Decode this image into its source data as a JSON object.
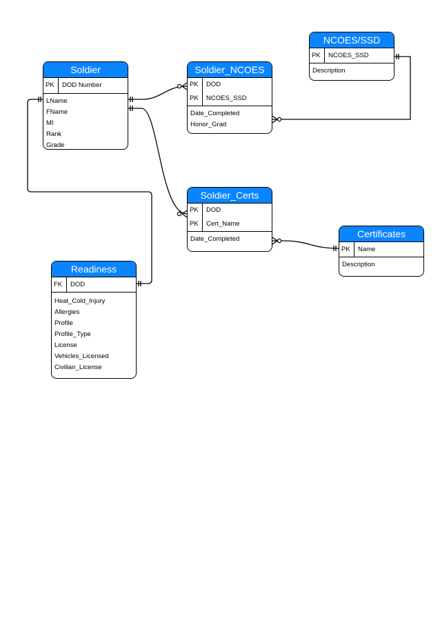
{
  "entities": {
    "soldier": {
      "title": "Soldier",
      "keys": [
        {
          "tag": "PK",
          "name": "DOD Number"
        }
      ],
      "attributes": [
        "LName",
        "FName",
        "MI",
        "Rank",
        "Grade"
      ]
    },
    "soldier_ncoes": {
      "title": "Soldier_NCOES",
      "keys": [
        {
          "tag": "PK",
          "name": "DOD"
        },
        {
          "tag": "PK",
          "name": "NCOES_SSD"
        }
      ],
      "attributes": [
        "Date_Completed",
        "Honor_Grad"
      ]
    },
    "ncoes_ssd": {
      "title": "NCOES/SSD",
      "keys": [
        {
          "tag": "PK",
          "name": "NCOES_SSD"
        }
      ],
      "attributes": [
        "Description"
      ]
    },
    "soldier_certs": {
      "title": "Soldier_Certs",
      "keys": [
        {
          "tag": "PK",
          "name": "DOD"
        },
        {
          "tag": "PK",
          "name": "Cert_Name"
        }
      ],
      "attributes": [
        "Date_Completed"
      ]
    },
    "certificates": {
      "title": "Certificates",
      "keys": [
        {
          "tag": "PK",
          "name": "Name"
        }
      ],
      "attributes": [
        "Description"
      ]
    },
    "readiness": {
      "title": "Readiness",
      "keys": [
        {
          "tag": "FK",
          "name": "DOD"
        }
      ],
      "attributes": [
        "Heat_Cold_Injury",
        "Allergies",
        "Profile",
        "Profile_Type",
        "License",
        "Vehicles_Licensed",
        "Civilian_License"
      ]
    }
  },
  "colors": {
    "header": "#0a84ff",
    "line": "#000000"
  }
}
